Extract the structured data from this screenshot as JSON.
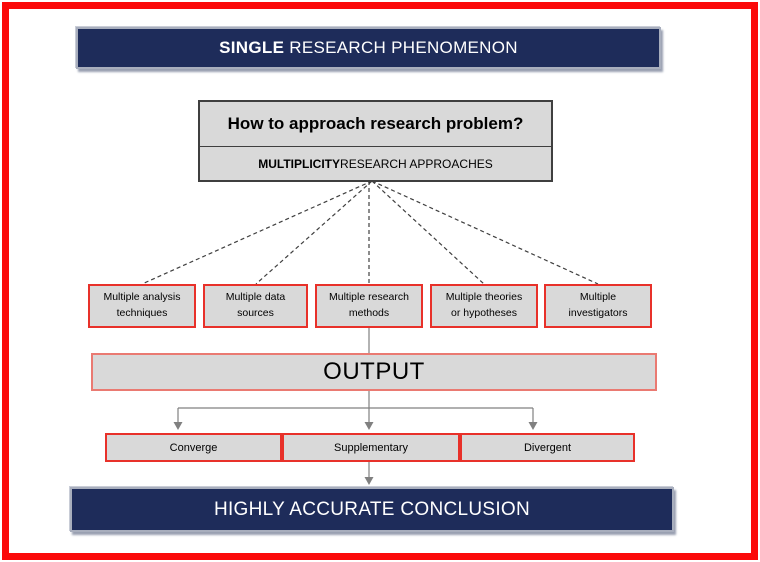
{
  "diagram": {
    "top_banner": {
      "highlight": "SINGLE",
      "rest": " RESEARCH PHENOMENON"
    },
    "question_box": {
      "title": "How to approach research problem?",
      "subtitle_highlight": "MULTIPLICITY",
      "subtitle_rest": " RESEARCH APPROACHES"
    },
    "approaches": [
      {
        "line1": "Multiple analysis",
        "line2": "techniques"
      },
      {
        "line1": "Multiple data",
        "line2": "sources"
      },
      {
        "line1": "Multiple research",
        "line2": "methods"
      },
      {
        "line1": "Multiple theories",
        "line2": "or hypotheses"
      },
      {
        "line1": "Multiple",
        "line2": "investigators"
      }
    ],
    "output_box": {
      "label": "OUTPUT"
    },
    "results": [
      {
        "label": "Converge"
      },
      {
        "label": "Supplementary"
      },
      {
        "label": "Divergent"
      }
    ],
    "bottom_banner": {
      "label": "HIGHLY ACCURATE CONCLUSION"
    }
  },
  "colors": {
    "navy_banner": "#1E2C5A",
    "banner_border": "#A8AEBD",
    "box_fill": "#D9D9D9",
    "red_border": "#E8312A",
    "salmon_border": "#EA7A72",
    "outer_frame_red": "#FB0A0A",
    "connector_gray": "#808080",
    "dashed_line": "#3F3F3F",
    "text_dark": "#000000",
    "text_light": "#FFFFFF"
  }
}
